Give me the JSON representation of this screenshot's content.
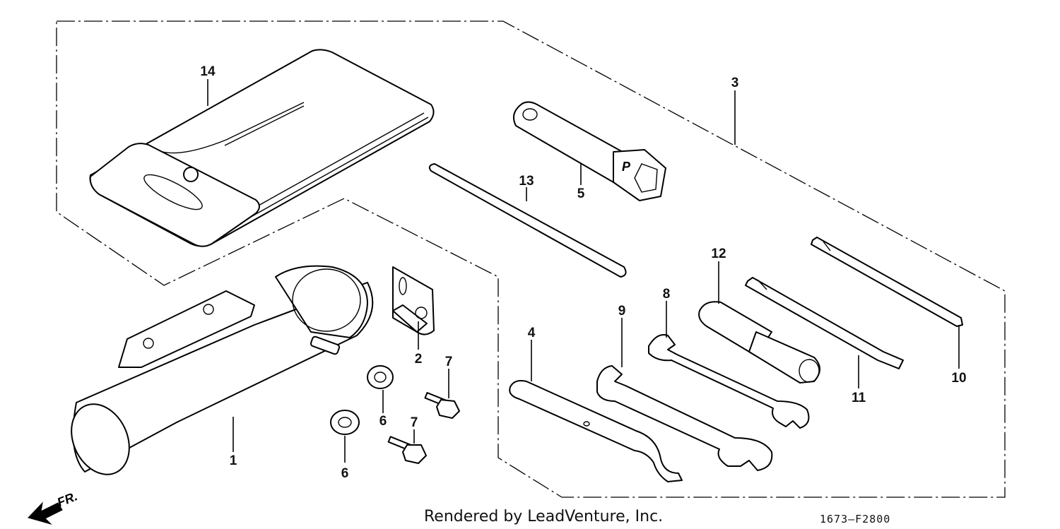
{
  "callouts": {
    "p1": "1",
    "p2": "2",
    "p3": "3",
    "p4": "4",
    "p5": "5",
    "p6a": "6",
    "p6b": "6",
    "p7a": "7",
    "p7b": "7",
    "p8": "8",
    "p9": "9",
    "p10": "10",
    "p11": "11",
    "p12": "12",
    "p13": "13",
    "p14": "14"
  },
  "direction_label": "FR.",
  "footer": {
    "credit": "Rendered by LeadVenture, Inc.",
    "code": "1673–F2800"
  }
}
